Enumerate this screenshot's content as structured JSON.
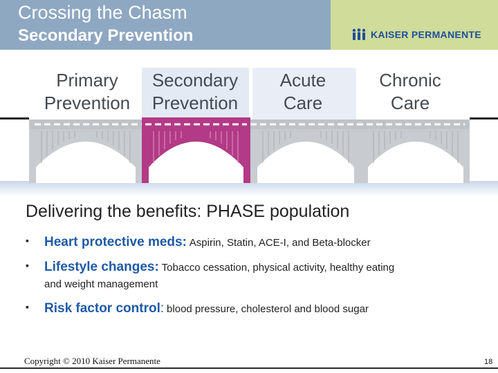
{
  "header": {
    "title": "Crossing the Chasm",
    "subtitle": "Secondary Prevention",
    "logo_text": "KAISER PERMANENTE"
  },
  "stages": [
    {
      "line1": "Primary",
      "line2": "Prevention"
    },
    {
      "line1": "Secondary",
      "line2": "Prevention"
    },
    {
      "line1": "Acute",
      "line2": "Care"
    },
    {
      "line1": "Chronic",
      "line2": "Care"
    }
  ],
  "highlighted_stage": "Secondary Prevention",
  "colors": {
    "header_blue": "#8fa8c2",
    "header_green": "#cfdc9a",
    "highlight_magenta": "#b23a86",
    "stage_bg": "#e6ecf5",
    "key_text_blue": "#1f5aa6"
  },
  "content": {
    "heading": "Delivering the benefits: PHASE population",
    "bullets": [
      {
        "key": "Heart protective meds:",
        "text": "Aspirin, Statin, ACE-I, and Beta-blocker"
      },
      {
        "key": "Lifestyle changes:",
        "text": "Tobacco cessation, physical activity, healthy eating",
        "continuation": "and weight management"
      },
      {
        "key": "Risk factor control",
        "key_suffix": ":",
        "text": "blood pressure, cholesterol and blood sugar"
      }
    ]
  },
  "footer": {
    "copyright": "Copyright © 2010 Kaiser Permanente",
    "page_number": "18"
  },
  "icons": {
    "bullet": "square-bullet-icon",
    "logo": "kaiser-people-logo-icon"
  }
}
